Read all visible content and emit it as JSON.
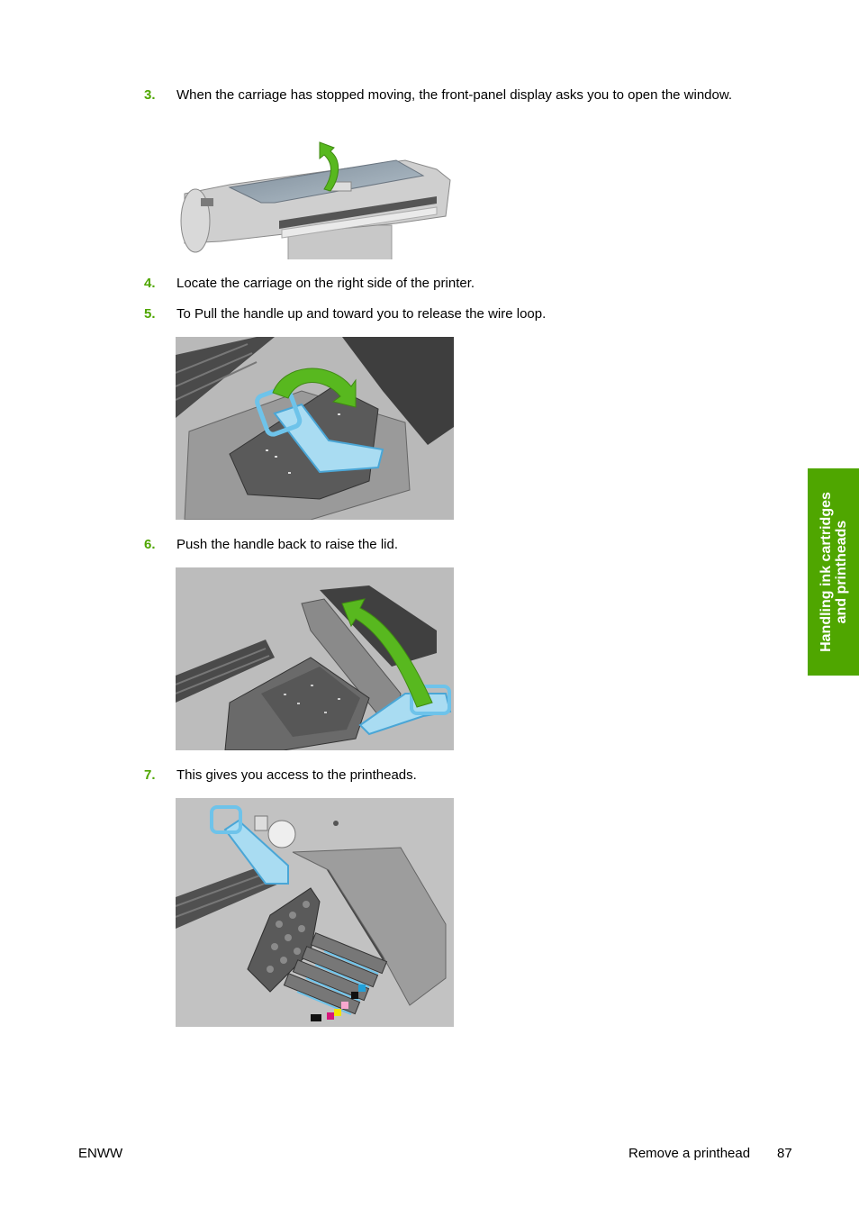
{
  "steps": [
    {
      "number": "3.",
      "text": "When the carriage has stopped moving, the front-panel display asks you to open the window."
    },
    {
      "number": "4.",
      "text": "Locate the carriage on the right side of the printer."
    },
    {
      "number": "5.",
      "text": "To Pull the handle up and toward you to release the wire loop."
    },
    {
      "number": "6.",
      "text": "Push the handle back to raise the lid."
    },
    {
      "number": "7.",
      "text": "This gives you access to the printheads."
    }
  ],
  "figures": [
    {
      "id": "open-window",
      "description": "Printer with green arrow indicating opening the window"
    },
    {
      "id": "pull-handle",
      "description": "Carriage with blue handle and green curved arrow"
    },
    {
      "id": "raise-lid",
      "description": "Carriage lid raised with green arrow"
    },
    {
      "id": "printheads-access",
      "description": "Open carriage showing colored printheads"
    }
  ],
  "side_tab": {
    "line1": "Handling ink cartridges",
    "line2": "and printheads"
  },
  "footer": {
    "left": "ENWW",
    "section": "Remove a printhead",
    "page_number": "87"
  },
  "colors": {
    "accent_green": "#4fa600",
    "handle_blue": "#8fd0ee"
  }
}
